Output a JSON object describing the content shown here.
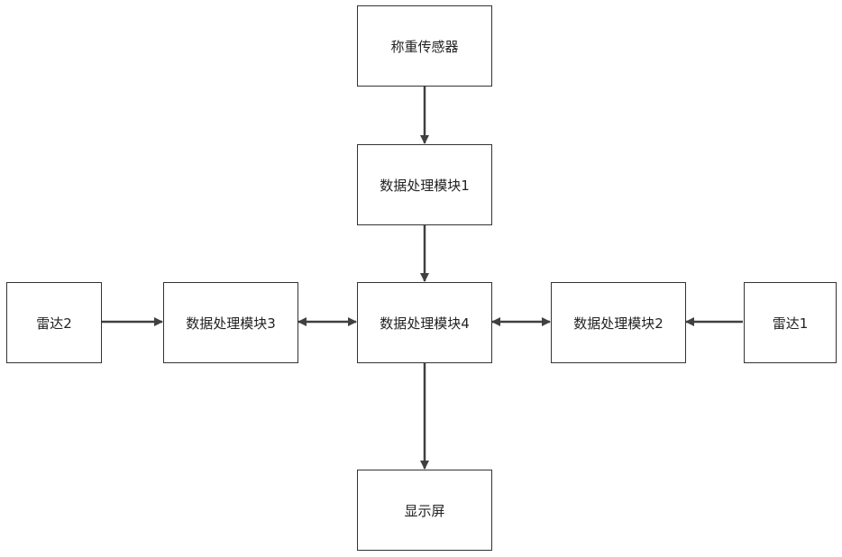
{
  "nodes": {
    "weigh_sensor": "称重传感器",
    "module_1": "数据处理模块1",
    "module_2": "数据处理模块2",
    "module_3": "数据处理模块3",
    "module_4": "数据处理模块4",
    "radar_1": "雷达1",
    "radar_2": "雷达2",
    "display": "显示屏"
  },
  "colors": {
    "border": "#333333",
    "arrow": "#404040",
    "text": "#222222"
  }
}
